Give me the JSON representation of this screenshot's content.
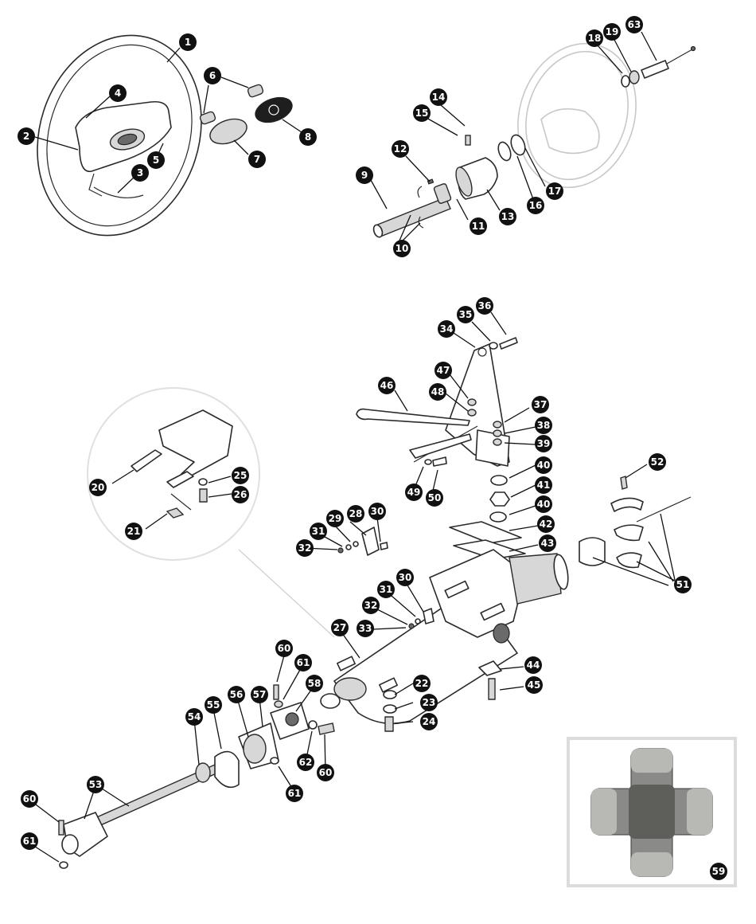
{
  "inset_photo": {
    "part_number": "59",
    "depicts": "universal joint"
  },
  "callouts": [
    {
      "id": "c1",
      "label": "1"
    },
    {
      "id": "c2",
      "label": "2"
    },
    {
      "id": "c3",
      "label": "3"
    },
    {
      "id": "c4",
      "label": "4"
    },
    {
      "id": "c5",
      "label": "5"
    },
    {
      "id": "c6",
      "label": "6"
    },
    {
      "id": "c7",
      "label": "7"
    },
    {
      "id": "c8",
      "label": "8"
    },
    {
      "id": "c9",
      "label": "9"
    },
    {
      "id": "c10",
      "label": "10"
    },
    {
      "id": "c11",
      "label": "11"
    },
    {
      "id": "c12",
      "label": "12"
    },
    {
      "id": "c13",
      "label": "13"
    },
    {
      "id": "c14",
      "label": "14"
    },
    {
      "id": "c15",
      "label": "15"
    },
    {
      "id": "c16",
      "label": "16"
    },
    {
      "id": "c17",
      "label": "17"
    },
    {
      "id": "c18",
      "label": "18"
    },
    {
      "id": "c19",
      "label": "19"
    },
    {
      "id": "c63a",
      "label": "63"
    },
    {
      "id": "c34",
      "label": "34"
    },
    {
      "id": "c35",
      "label": "35"
    },
    {
      "id": "c36",
      "label": "36"
    },
    {
      "id": "c47",
      "label": "47"
    },
    {
      "id": "c48",
      "label": "48"
    },
    {
      "id": "c46",
      "label": "46"
    },
    {
      "id": "c37",
      "label": "37"
    },
    {
      "id": "c38",
      "label": "38"
    },
    {
      "id": "c39",
      "label": "39"
    },
    {
      "id": "c40a",
      "label": "40"
    },
    {
      "id": "c41",
      "label": "41"
    },
    {
      "id": "c40b",
      "label": "40"
    },
    {
      "id": "c42",
      "label": "42"
    },
    {
      "id": "c43",
      "label": "43"
    },
    {
      "id": "c49",
      "label": "49"
    },
    {
      "id": "c50",
      "label": "50"
    },
    {
      "id": "c52",
      "label": "52"
    },
    {
      "id": "c51",
      "label": "51"
    },
    {
      "id": "c20",
      "label": "20"
    },
    {
      "id": "c25",
      "label": "25"
    },
    {
      "id": "c26",
      "label": "26"
    },
    {
      "id": "c21",
      "label": "21"
    },
    {
      "id": "c28",
      "label": "28"
    },
    {
      "id": "c29",
      "label": "29"
    },
    {
      "id": "c30a",
      "label": "30"
    },
    {
      "id": "c31a",
      "label": "31"
    },
    {
      "id": "c32a",
      "label": "32"
    },
    {
      "id": "c30b",
      "label": "30"
    },
    {
      "id": "c31b",
      "label": "31"
    },
    {
      "id": "c32b",
      "label": "32"
    },
    {
      "id": "c33",
      "label": "33"
    },
    {
      "id": "c27",
      "label": "27"
    },
    {
      "id": "c44",
      "label": "44"
    },
    {
      "id": "c45",
      "label": "45"
    },
    {
      "id": "c22",
      "label": "22"
    },
    {
      "id": "c23",
      "label": "23"
    },
    {
      "id": "c24",
      "label": "24"
    },
    {
      "id": "c60a",
      "label": "60"
    },
    {
      "id": "c61a",
      "label": "61"
    },
    {
      "id": "c58",
      "label": "58"
    },
    {
      "id": "c56",
      "label": "56"
    },
    {
      "id": "c57",
      "label": "57"
    },
    {
      "id": "c62",
      "label": "62"
    },
    {
      "id": "c60b",
      "label": "60"
    },
    {
      "id": "c61b",
      "label": "61"
    },
    {
      "id": "c54",
      "label": "54"
    },
    {
      "id": "c55",
      "label": "55"
    },
    {
      "id": "c53",
      "label": "53"
    },
    {
      "id": "c60c",
      "label": "60"
    },
    {
      "id": "c61c",
      "label": "61"
    },
    {
      "id": "c59",
      "label": "59"
    }
  ]
}
